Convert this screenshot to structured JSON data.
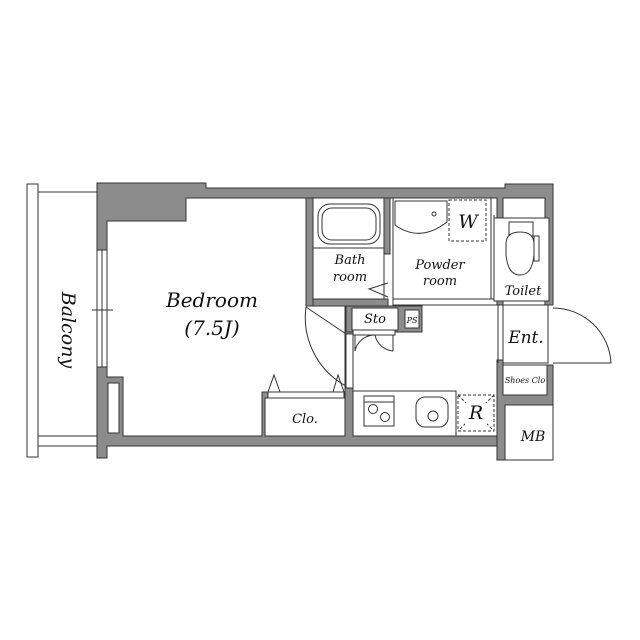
{
  "plan": {
    "rooms": {
      "bedroom": {
        "name": "Bedroom",
        "size": "(7.5J)"
      },
      "balcony": "Balcony",
      "bathroom": {
        "line1": "Bath",
        "line2": "room"
      },
      "powder_room": {
        "line1": "Powder",
        "line2": "room"
      },
      "toilet": "Toilet",
      "entrance": "Ent.",
      "shoes_closet": "Shoes Clo",
      "closet": "Clo.",
      "storage": "Sto",
      "pipe_space": "PS",
      "meter_box": "MB",
      "washer": "W",
      "refrigerator": "R"
    },
    "colors": {
      "wall": "#8c8c8c",
      "line": "#333333",
      "background": "#ffffff"
    }
  }
}
